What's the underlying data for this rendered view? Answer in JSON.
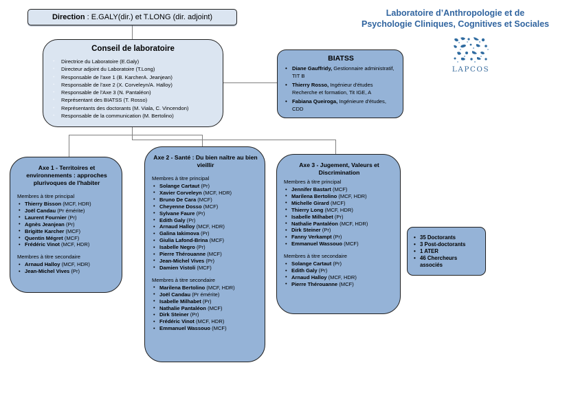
{
  "colors": {
    "light_fill": "#dbe5f1",
    "mid_fill": "#95b3d7",
    "border": "#1f1f1f",
    "connector": "#7f7f7f",
    "title_blue": "#30649f"
  },
  "direction": {
    "label": "Direction",
    "text": " : E.GALY(dir.) et T.LONG (dir. adjoint)"
  },
  "lab_title": {
    "line1": "Laboratoire d’Anthropologie et de",
    "line2": "Psychologie Cliniques, Cognitives et Sociales"
  },
  "logo": {
    "word": "LAPCOS"
  },
  "conseil": {
    "title": "Conseil de laboratoire",
    "items": [
      "Directrice du Laboratoire (E.Galy)",
      "Directeur adjoint du Laboratoire (T.Long)",
      "Responsable de l'axe 1 (B. KarcherA. Jeanjean)",
      "Responsable de l'axe 2 (X. Corveleyn/A. Halloy)",
      "Responsable de l'Axe 3 (N. Pantaléon)",
      "Représentant des BIATSS (T. Rosso)",
      "Représentants des doctorants (M. Viala, C. Vincendon)",
      "Responsable de la communication (M. Bertolino)"
    ]
  },
  "biatss": {
    "title": "BIATSS",
    "members": [
      {
        "name": "Diane Gauffridy,",
        "role": " Gestionnaire administratif, TIT  B"
      },
      {
        "name": "Thierry Rosso,",
        "role": " Ingénieur d'études Recherche et formation, Tit IGE, A"
      },
      {
        "name": "Fabiana Queiroga,",
        "role": " Ingénieure d'études, CDD"
      }
    ]
  },
  "axes": [
    {
      "title": "Axe 1 - Territoires et environnements : approches plurivoques de l'habiter",
      "principal_label": "Membres à titre principal",
      "secondary_label": "Membres à titre secondaire",
      "principal": [
        {
          "name": "Thierry Bisson",
          "role": " (MCF, HDR)"
        },
        {
          "name": "Joël Candau",
          "role": " (Pr émérite)"
        },
        {
          "name": "Laurent Fournier",
          "role": " (Pr)"
        },
        {
          "name": "Agnès Jeanjean",
          "role": " (Pr)"
        },
        {
          "name": "Brigitte Karcher",
          "role": " (MCF)"
        },
        {
          "name": "Quentin Mégret",
          "role": " (MCF)"
        },
        {
          "name": "Frédéric Vinot",
          "role": " (MCF, HDR)"
        }
      ],
      "secondary": [
        {
          "name": "Arnaud Halloy",
          "role": " (MCF, HDR)"
        },
        {
          "name": "Jean-Michel Vives",
          "role": " (Pr)"
        }
      ]
    },
    {
      "title": "Axe 2 - Santé : Du bien naître au bien vieillir",
      "principal_label": "Membres à titre principal",
      "secondary_label": "Membres à titre secondaire",
      "principal": [
        {
          "name": "Solange Cartaut",
          "role": " (Pr)"
        },
        {
          "name": "Xavier Corveleyn",
          "role": " (MCF, HDR)"
        },
        {
          "name": "Bruno De Cara",
          "role": " (MCF)"
        },
        {
          "name": "Cheyenne Dosso",
          "role": " (MCF)"
        },
        {
          "name": "Sylvane Faure",
          "role": " (Pr)"
        },
        {
          "name": "Edith Galy",
          "role": " (Pr)"
        },
        {
          "name": "Arnaud Halloy",
          "role": " (MCF, HDR)"
        },
        {
          "name": "Galina Iakimova",
          "role": " (Pr)"
        },
        {
          "name": "Giulia Lafond-Brina",
          "role": " (MCF)"
        },
        {
          "name": "Isabelle Negro",
          "role": " (Pr)"
        },
        {
          "name": "Pierre Thérouanne",
          "role": " (MCF)"
        },
        {
          "name": "Jean-Michel Vives",
          "role": " (Pr)"
        },
        {
          "name": "Damien Vistoli",
          "role": " (MCF)"
        }
      ],
      "secondary": [
        {
          "name": "Marilena Bertolino",
          "role": " (MCF, HDR)"
        },
        {
          "name": "Joël Candau",
          "role": " (Pr émérite)"
        },
        {
          "name": "Isabelle Milhabet",
          "role": " (Pr)"
        },
        {
          "name": "Nathalie Pantaléon",
          "role": " (MCF)"
        },
        {
          "name": "Dirk Steiner",
          "role": " (Pr)"
        },
        {
          "name": "Frédéric Vinot",
          "role": " (MCF, HDR)"
        },
        {
          "name": "Emmanuel Wassouo",
          "role": " (MCF)"
        }
      ]
    },
    {
      "title": "Axe 3 - Jugement, Valeurs et Discrimination",
      "principal_label": "Membres à titre principal",
      "secondary_label": "Membres à titre secondaire",
      "principal": [
        {
          "name": "Jennifer Bastart",
          "role": " (MCF)"
        },
        {
          "name": "Marilena Bertolino",
          "role": " (MCF, HDR)"
        },
        {
          "name": "Michelle Girard",
          "role": " (MCF)"
        },
        {
          "name": "Thierry Long",
          "role": " (MCF, HDR)"
        },
        {
          "name": "Isabelle Milhabet",
          "role": " (Pr)"
        },
        {
          "name": "Nathalie Pantaléon",
          "role": " (MCF, HDR)"
        },
        {
          "name": "Dirk Steiner",
          "role": " (Pr)"
        },
        {
          "name": "Fanny Verkampt",
          "role": " (Pr)"
        },
        {
          "name": "Emmanuel Wassouo",
          "role": " (MCF)"
        }
      ],
      "secondary": [
        {
          "name": "Solange Cartaut",
          "role": " (Pr)"
        },
        {
          "name": "Edith Galy",
          "role": " (Pr)"
        },
        {
          "name": "Arnaud Halloy",
          "role": " (MCF, HDR)"
        },
        {
          "name": "Pierre Thérouanne",
          "role": " (MCF)"
        }
      ]
    }
  ],
  "stats": {
    "items": [
      "35 Doctorants",
      "3 Post-doctorants",
      "1 ATER",
      "46 Chercheurs associés"
    ]
  }
}
